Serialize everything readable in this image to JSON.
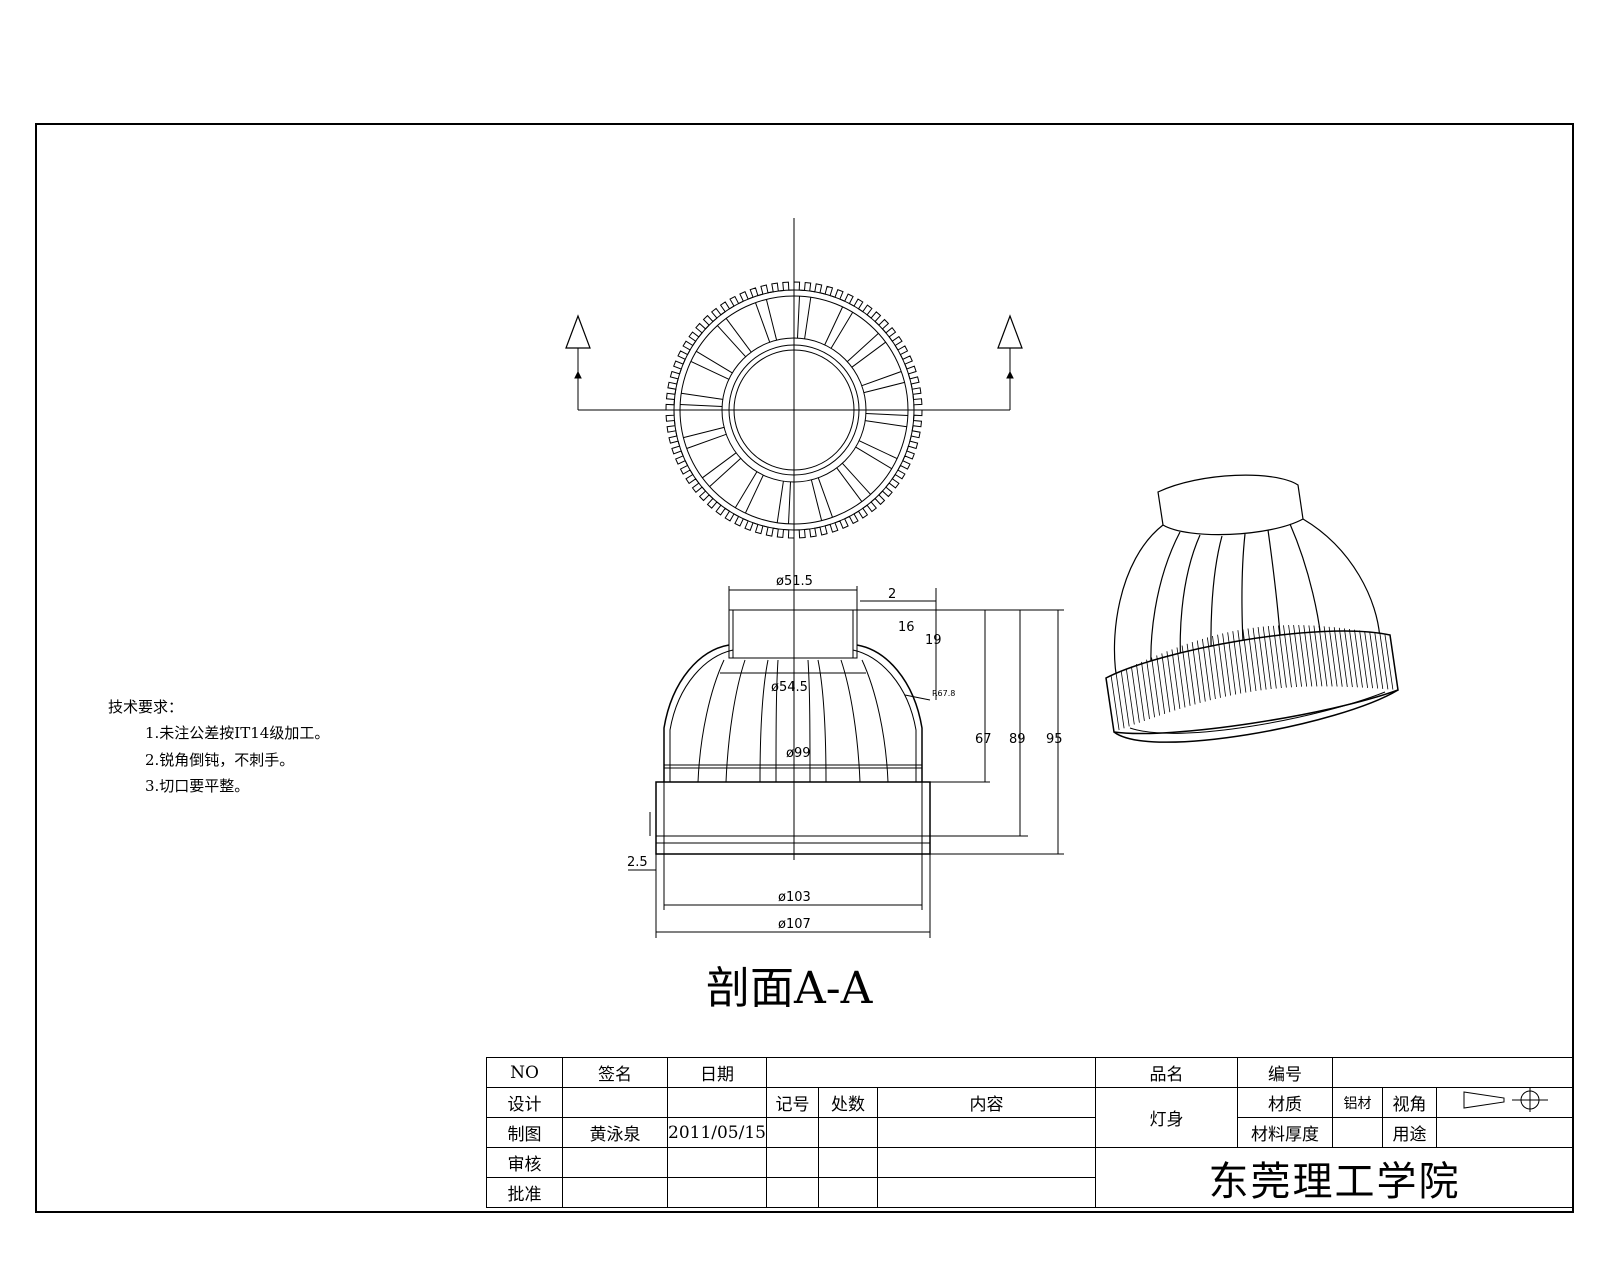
{
  "tech_requirements": {
    "title": "技术要求：",
    "items": [
      "1.未注公差按IT14级加工。",
      "2.锐角倒钝，不刺手。",
      "3.切口要平整。"
    ]
  },
  "section_marker": "A",
  "dimensions": {
    "d_top": "ø51.5",
    "d_inner": "ø54.5",
    "d_mid": "ø99",
    "d_base_inner": "ø103",
    "d_base_outer": "ø107",
    "gap": "2",
    "h16": "16",
    "h19": "19",
    "h67": "67",
    "h89": "89",
    "h95": "95",
    "wall": "2.5",
    "radius": "R67.8"
  },
  "section_title": "剖面A-A",
  "title_block": {
    "no_label": "NO",
    "sign_label": "签名",
    "date_label": "日期",
    "product_label": "品名",
    "code_label": "编号",
    "design_label": "设计",
    "mark_label": "记号",
    "count_label": "处数",
    "content_label": "内容",
    "product_name": "灯身",
    "material_label": "材质",
    "material_value": "铝材",
    "view_label": "视角",
    "drafter_label": "制图",
    "drafter_name": "黄泳泉",
    "draw_date": "2011/05/15",
    "thickness_label": "材料厚度",
    "use_label": "用途",
    "review_label": "审核",
    "approve_label": "批准",
    "school": "东莞理工学院"
  }
}
